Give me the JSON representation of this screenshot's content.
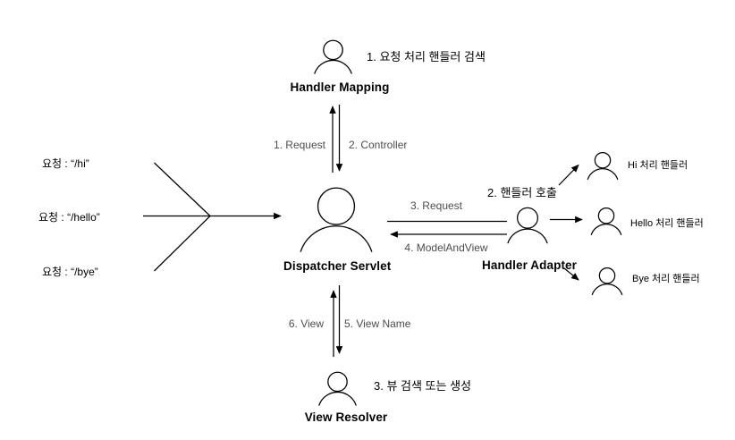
{
  "colors": {
    "background": "#ffffff",
    "line": "#000000",
    "text": "#000000",
    "flow_label": "#4d4d4d"
  },
  "nodes": {
    "handler_mapping": {
      "name": "Handler Mapping",
      "step_label": "1. 요청 처리 핸들러 검색"
    },
    "dispatcher_servlet": {
      "name": "Dispatcher Servlet"
    },
    "handler_adapter": {
      "name": "Handler Adapter",
      "step_label": "2. 핸들러 호출"
    },
    "view_resolver": {
      "name": "View Resolver",
      "step_label": "3. 뷰 검색 또는 생성"
    }
  },
  "requests": [
    {
      "label": "요청 : “/hi”"
    },
    {
      "label": "요청 : “/hello”"
    },
    {
      "label": "요청 : “/bye”"
    }
  ],
  "handlers": [
    {
      "label": "Hi 처리 핸들러"
    },
    {
      "label": "Hello 처리 핸들러"
    },
    {
      "label": "Bye 처리 핸들러"
    }
  ],
  "flow_labels": {
    "request_up": "1. Request",
    "controller_down": "2. Controller",
    "request_right": "3. Request",
    "model_and_view_left": "4. ModelAndView",
    "view_name_down": "5. View Name",
    "view_up": "6. View"
  }
}
